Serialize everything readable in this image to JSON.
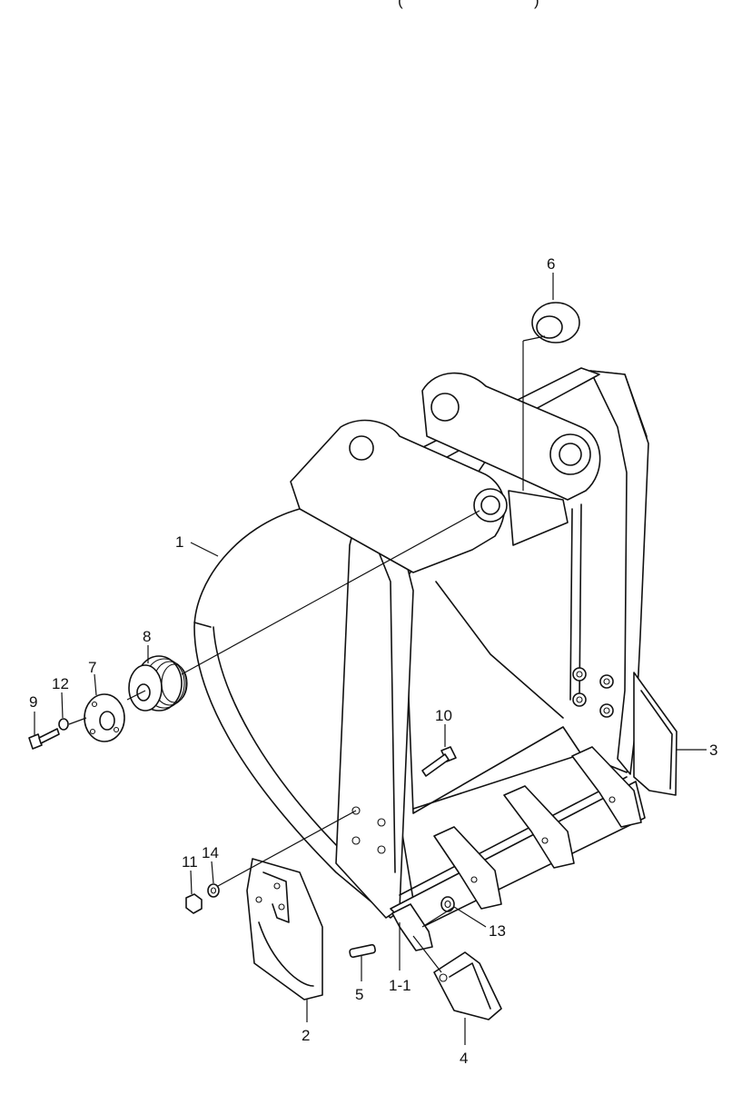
{
  "header": {
    "title_fragment": "(",
    "title_fragment_end": ")"
  },
  "callouts": [
    {
      "id": "c1",
      "label": "1"
    },
    {
      "id": "c1-1",
      "label": "1-1"
    },
    {
      "id": "c2",
      "label": "2"
    },
    {
      "id": "c3",
      "label": "3"
    },
    {
      "id": "c4",
      "label": "4"
    },
    {
      "id": "c5",
      "label": "5"
    },
    {
      "id": "c6",
      "label": "6"
    },
    {
      "id": "c7",
      "label": "7"
    },
    {
      "id": "c8",
      "label": "8"
    },
    {
      "id": "c9",
      "label": "9"
    },
    {
      "id": "c10",
      "label": "10"
    },
    {
      "id": "c11",
      "label": "11"
    },
    {
      "id": "c12",
      "label": "12"
    },
    {
      "id": "c13",
      "label": "13"
    },
    {
      "id": "c14",
      "label": "14"
    }
  ]
}
